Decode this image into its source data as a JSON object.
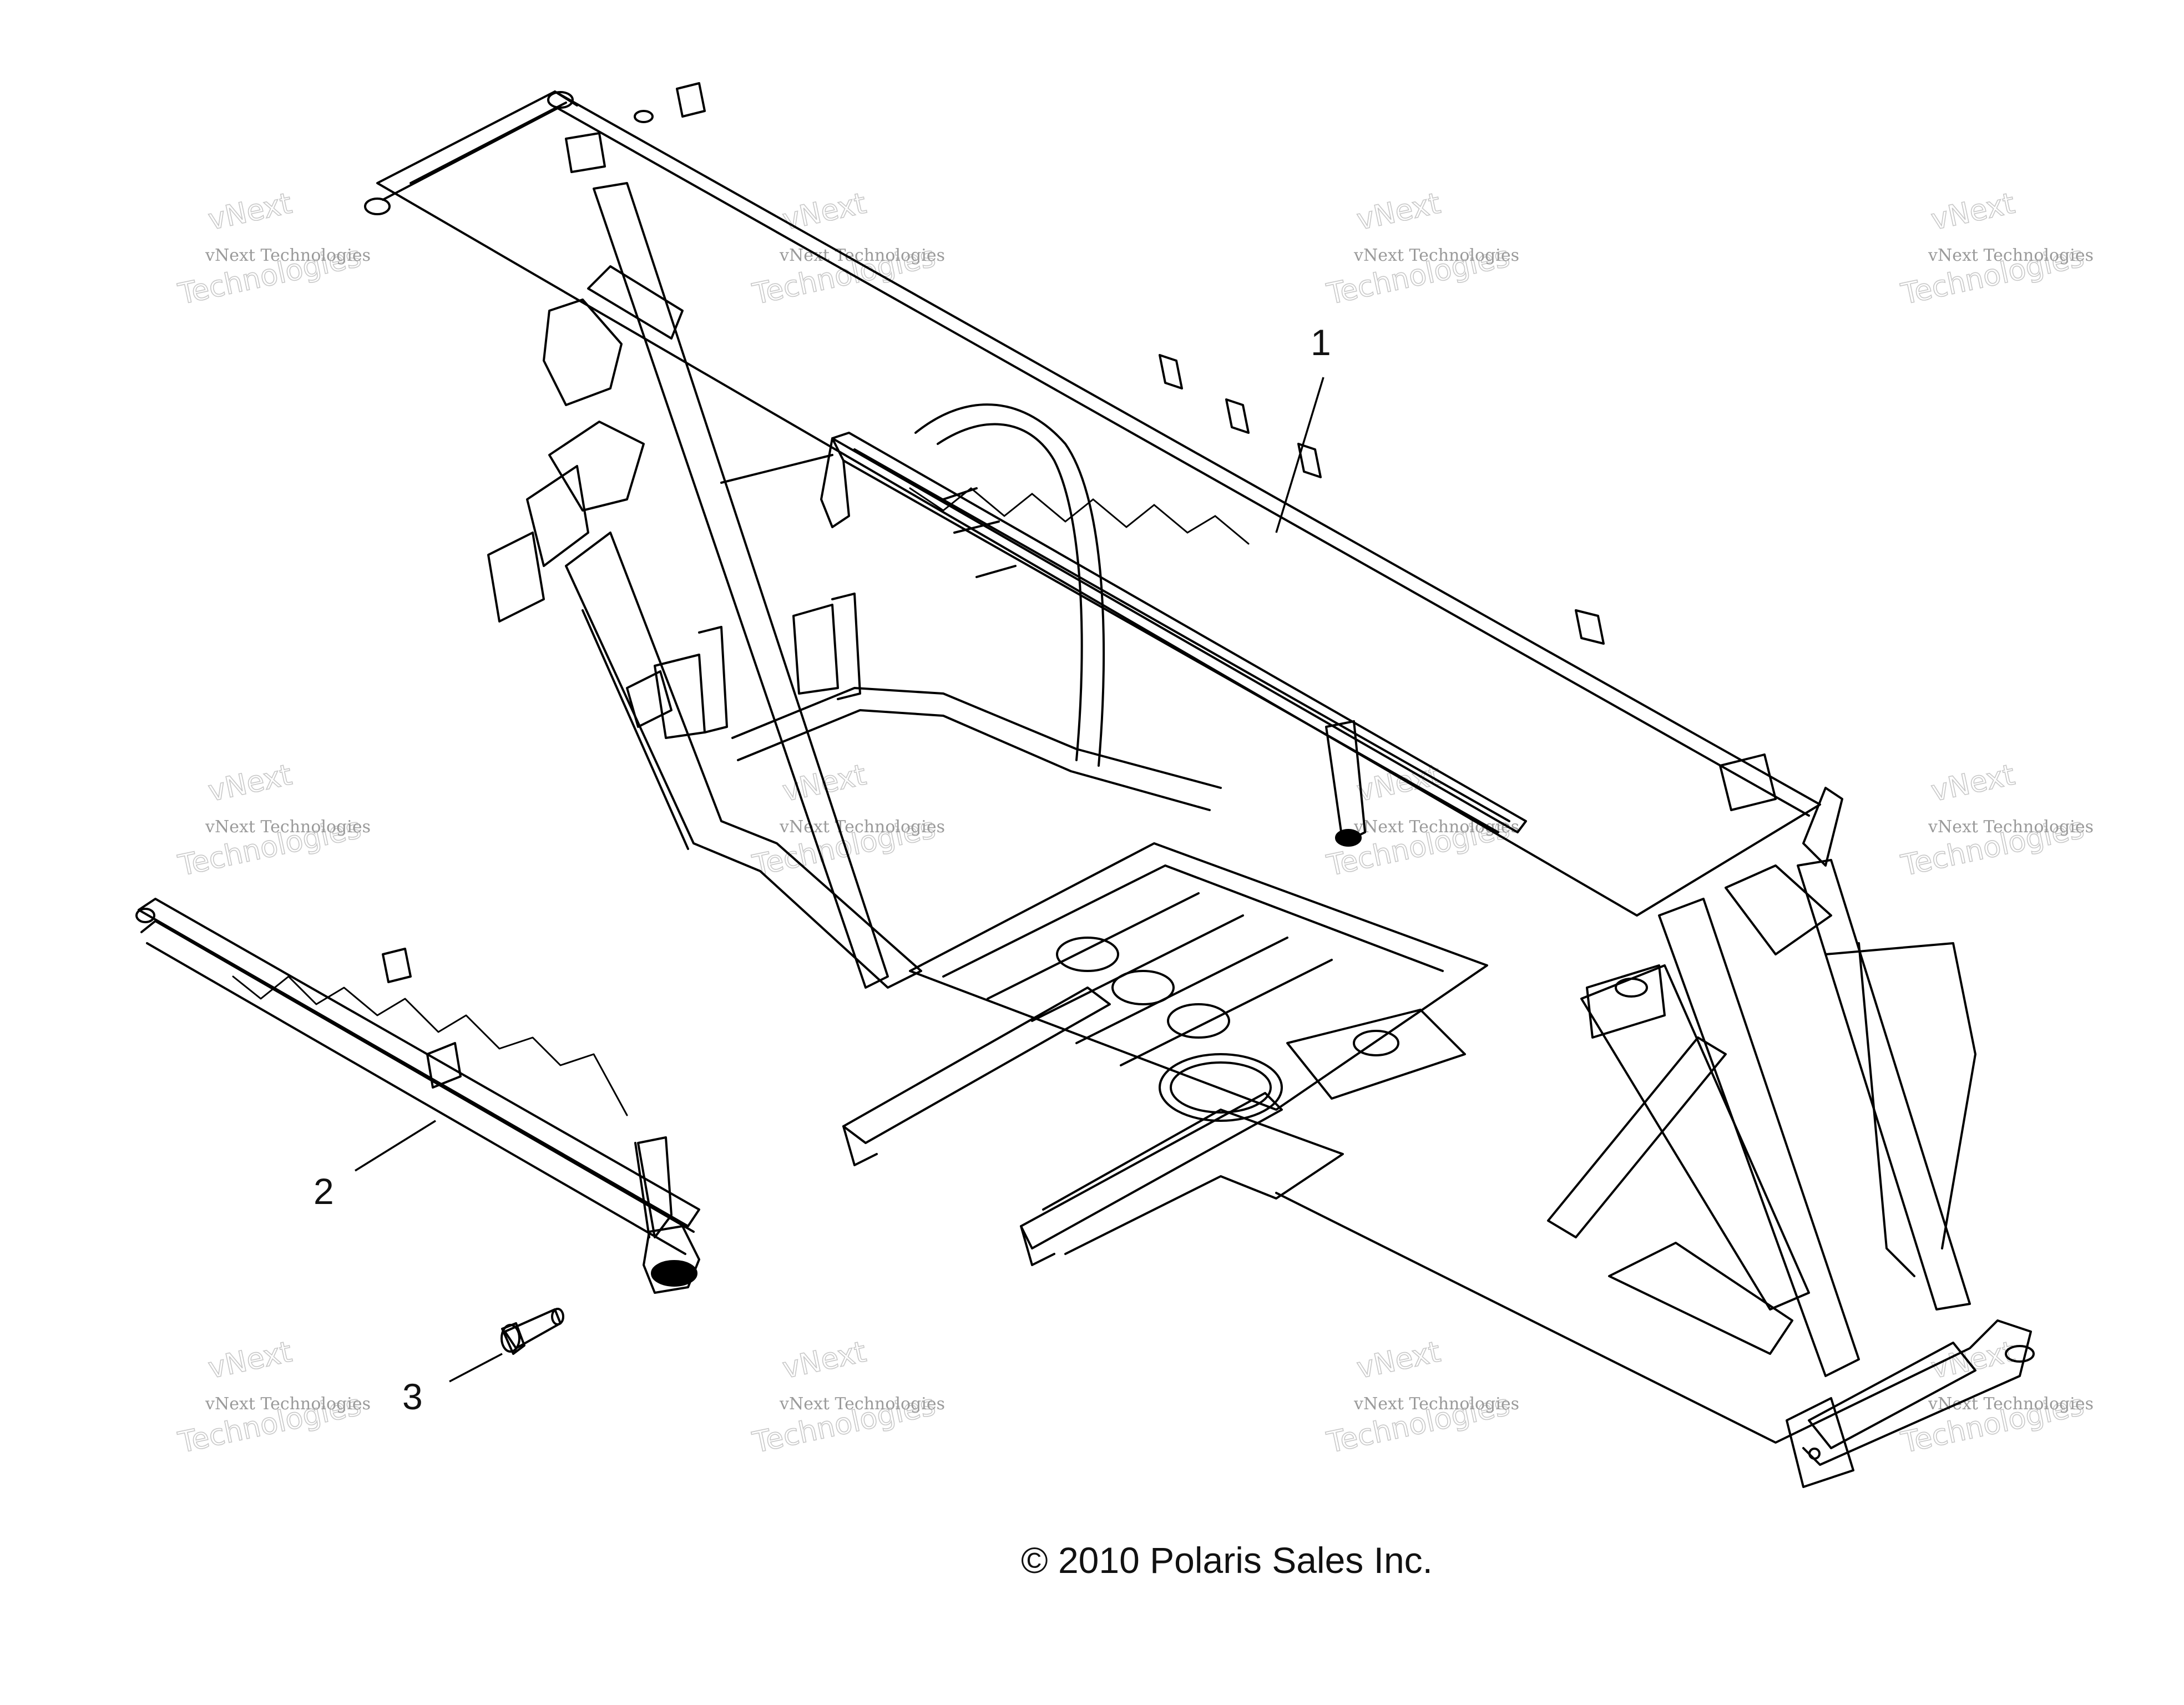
{
  "callouts": [
    {
      "number": "1"
    },
    {
      "number": "2"
    },
    {
      "number": "3"
    }
  ],
  "copyright": "© 2010 Polaris Sales Inc.",
  "watermark": {
    "line1": "vNext Technologies",
    "line2": "Technologies",
    "line2_prefix": "vNext"
  },
  "colors": {
    "line": "#000000",
    "watermark": "#9a9a9a",
    "background": "#ffffff"
  }
}
